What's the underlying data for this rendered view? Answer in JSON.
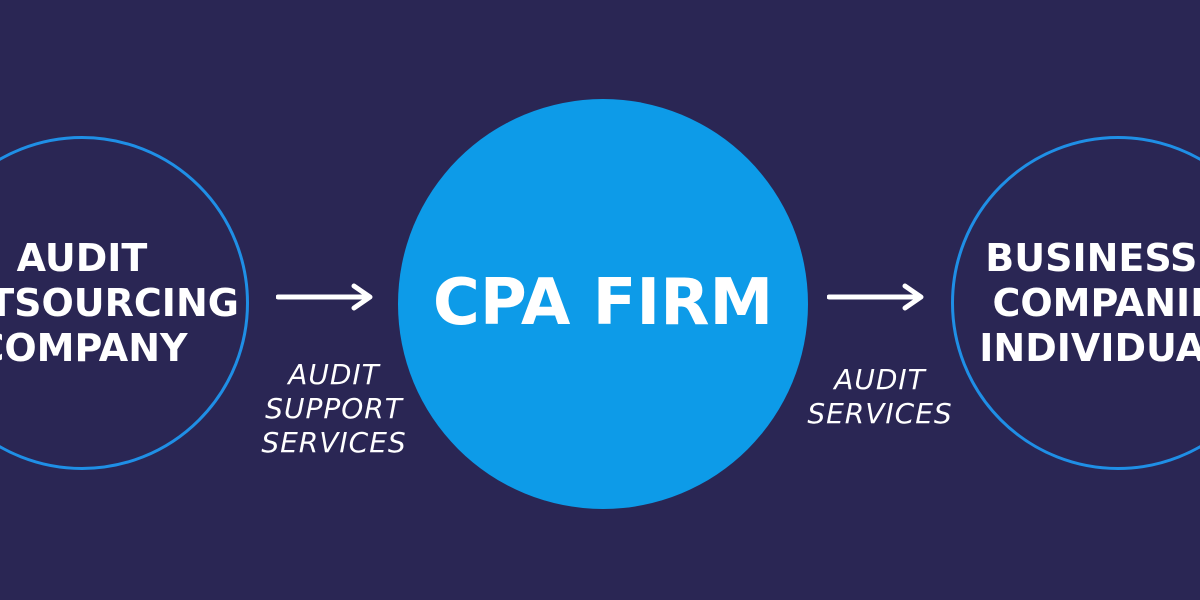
{
  "colors": {
    "background": "#2a2654",
    "outline": "#1f8fe6",
    "center_fill": "#0d9be8",
    "text": "#ffffff"
  },
  "nodes": {
    "left": {
      "lines": [
        "AUDIT",
        "OUTSOURCING",
        "COMPANY"
      ]
    },
    "center": {
      "lines": [
        "CPA FIRM"
      ]
    },
    "right": {
      "lines": [
        "BUSINESSES",
        "COMPANIES",
        "INDIVIDUALS"
      ]
    }
  },
  "edges": {
    "left_to_center": {
      "icon": "arrow-right-icon",
      "caption_lines": [
        "AUDIT",
        "SUPPORT",
        "SERVICES"
      ]
    },
    "center_to_right": {
      "icon": "arrow-right-icon",
      "caption_lines": [
        "AUDIT",
        "SERVICES"
      ]
    }
  }
}
